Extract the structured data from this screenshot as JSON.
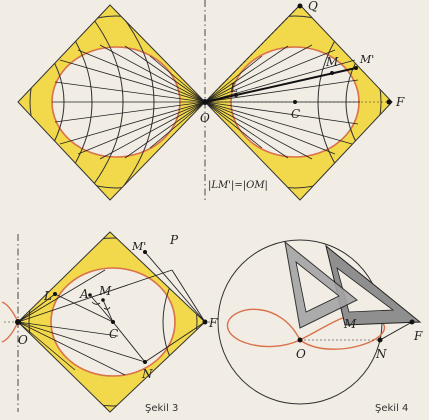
{
  "figure_top": {
    "labels": {
      "Q": "Q",
      "F": "F",
      "M": "M",
      "Mp": "M'",
      "L": "L",
      "C": "C",
      "O": "O"
    },
    "equation": "|LM'|=|OM|"
  },
  "figure3": {
    "labels": {
      "P": "P",
      "Mp": "M'",
      "A": "A",
      "M": "M",
      "L": "L",
      "C": "C",
      "O": "O",
      "F": "F",
      "N": "N"
    },
    "caption": "Şekil 3"
  },
  "figure4": {
    "labels": {
      "M": "M",
      "O": "O",
      "N": "N",
      "F": "F"
    },
    "caption": "Şekil 4"
  },
  "colors": {
    "yellow": "#f2d94c",
    "curve": "#d9714a",
    "line": "#1a1a1a",
    "background": "#f1ece4",
    "ruler": "#8f8f8f"
  }
}
